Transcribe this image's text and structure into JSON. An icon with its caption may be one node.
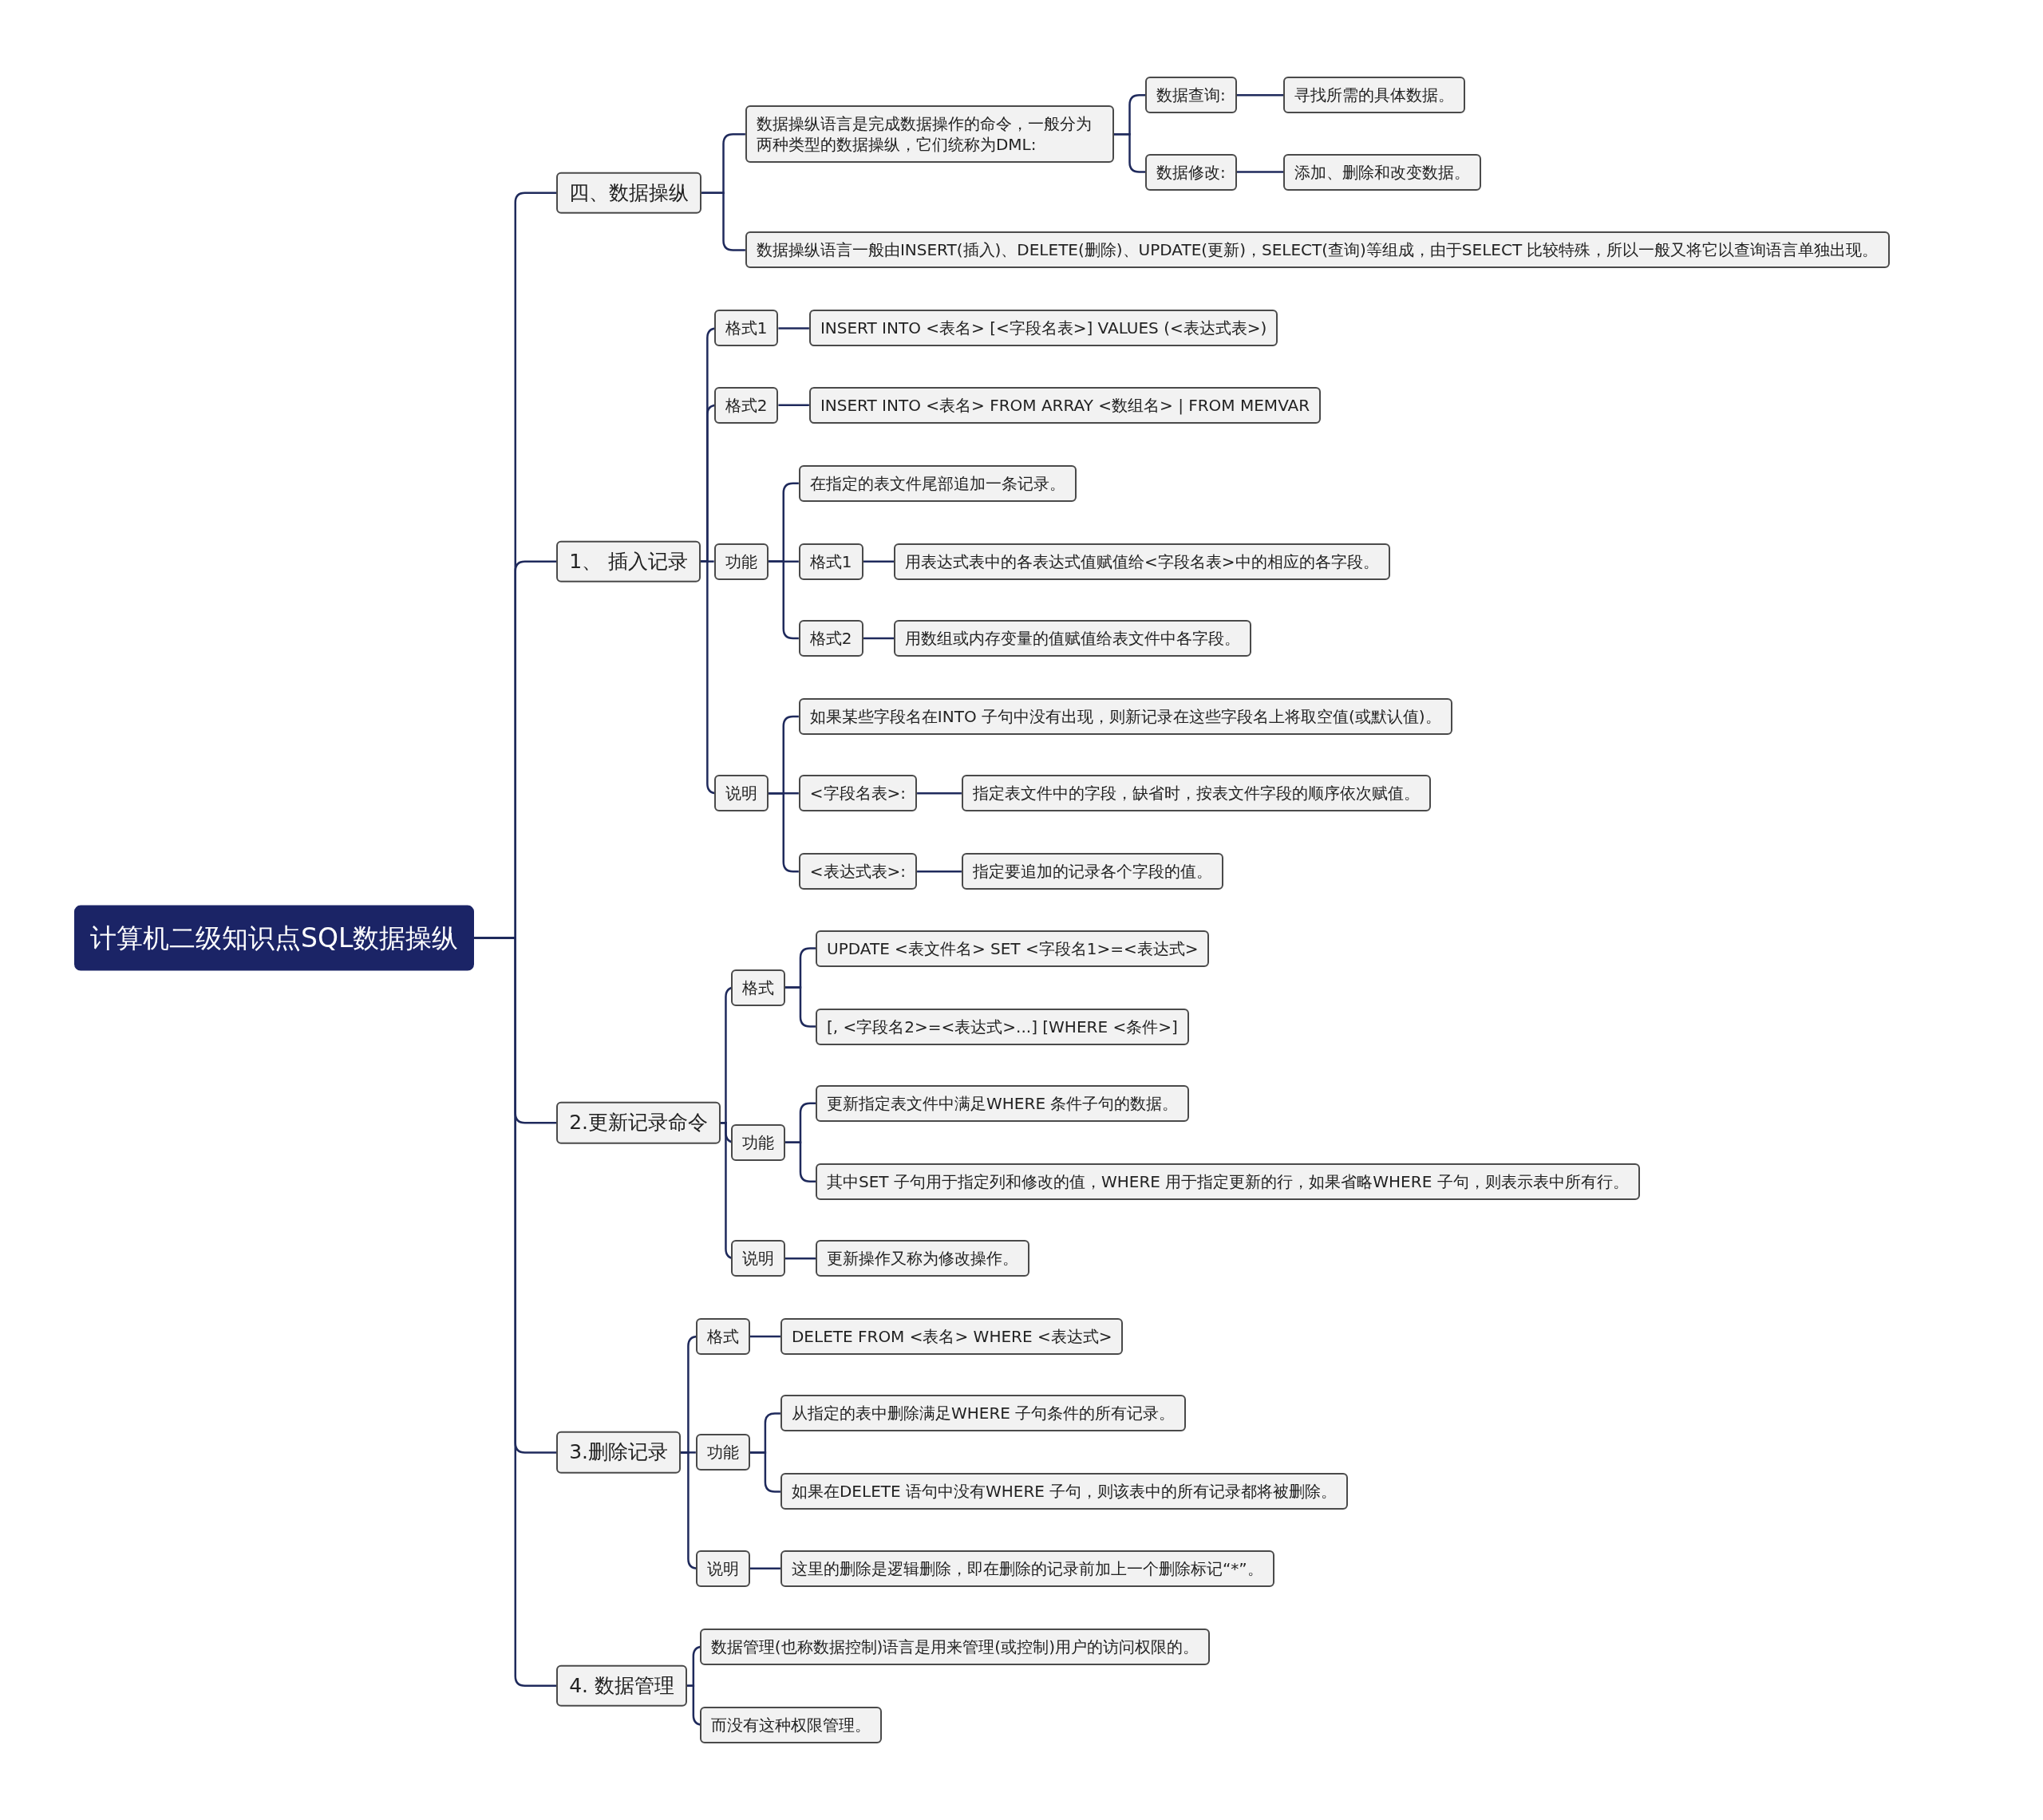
{
  "diagram": {
    "nodes": [
      {
        "text": [
          "计算机二级知识点SQL数据操纵"
        ]
      },
      {
        "text": [
          "四、数据操纵"
        ]
      },
      {
        "text": [
          "数据操纵语言是完成数据操作的命令，一般分为两种类型的数据操纵，它们统称为DML:"
        ]
      },
      {
        "text": [
          "数据查询:"
        ]
      },
      {
        "text": [
          "寻找所需的具体数据。"
        ]
      },
      {
        "text": [
          "数据修改:"
        ]
      },
      {
        "text": [
          "添加、删除和改变数据。"
        ]
      },
      {
        "text": [
          "数据操纵语言一般由INSERT(插入)、DELETE(删除)、UPDATE(更新)，SELECT(查询)等组成，由于SELECT 比较特殊，所以一般又将它以查询语言单独出现。"
        ]
      },
      {
        "text": [
          "1、 插入记录"
        ]
      },
      {
        "text": [
          "格式1"
        ]
      },
      {
        "text": [
          "INSERT INTO <表名> [<字段名表>] VALUES (<表达式表>)"
        ]
      },
      {
        "text": [
          "格式2"
        ]
      },
      {
        "text": [
          "INSERT INTO <表名> FROM ARRAY <数组名> | FROM MEMVAR"
        ]
      },
      {
        "text": [
          "功能"
        ]
      },
      {
        "text": [
          "在指定的表文件尾部追加一条记录。"
        ]
      },
      {
        "text": [
          "格式1"
        ]
      },
      {
        "text": [
          "用表达式表中的各表达式值赋值给<字段名表>中的相应的各字段。"
        ]
      },
      {
        "text": [
          "格式2"
        ]
      },
      {
        "text": [
          "用数组或内存变量的值赋值给表文件中各字段。"
        ]
      },
      {
        "text": [
          "说明"
        ]
      },
      {
        "text": [
          "如果某些字段名在INTO 子句中没有出现，则新记录在这些字段名上将取空值(或默认值)。"
        ]
      },
      {
        "text": [
          "<字段名表>:"
        ]
      },
      {
        "text": [
          "指定表文件中的字段，缺省时，按表文件字段的顺序依次赋值。"
        ]
      },
      {
        "text": [
          "<表达式表>:"
        ]
      },
      {
        "text": [
          "指定要追加的记录各个字段的值。"
        ]
      },
      {
        "text": [
          "2.更新记录命令"
        ]
      },
      {
        "text": [
          "格式"
        ]
      },
      {
        "text": [
          "UPDATE <表文件名> SET <字段名1>=<表达式>"
        ]
      },
      {
        "text": [
          "[, <字段名2>=<表达式>...] [WHERE <条件>]"
        ]
      },
      {
        "text": [
          "功能"
        ]
      },
      {
        "text": [
          "更新指定表文件中满足WHERE 条件子句的数据。"
        ]
      },
      {
        "text": [
          "其中SET 子句用于指定列和修改的值，WHERE 用于指定更新的行，如果省略WHERE 子句，则表示表中所有行。"
        ]
      },
      {
        "text": [
          "说明"
        ]
      },
      {
        "text": [
          "更新操作又称为修改操作。"
        ]
      },
      {
        "text": [
          "3.删除记录"
        ]
      },
      {
        "text": [
          "格式"
        ]
      },
      {
        "text": [
          "DELETE FROM <表名> WHERE <表达式>"
        ]
      },
      {
        "text": [
          "功能"
        ]
      },
      {
        "text": [
          "从指定的表中删除满足WHERE 子句条件的所有记录。"
        ]
      },
      {
        "text": [
          "如果在DELETE 语句中没有WHERE 子句，则该表中的所有记录都将被删除。"
        ]
      },
      {
        "text": [
          "说明"
        ]
      },
      {
        "text": [
          "这里的删除是逻辑删除，即在删除的记录前加上一个删除标记“*”。"
        ]
      },
      {
        "text": [
          "4. 数据管理"
        ]
      },
      {
        "text": [
          "数据管理(也称数据控制)语言是用来管理(或控制)用户的访问权限的。"
        ]
      },
      {
        "text": [
          "而没有这种权限管理。"
        ]
      }
    ],
    "edges": [
      {
        "from": 0,
        "to": 1,
        "arrow": "none"
      },
      {
        "from": 1,
        "to": 2,
        "arrow": "none"
      },
      {
        "from": 2,
        "to": 3,
        "arrow": "none"
      },
      {
        "from": 3,
        "to": 4,
        "arrow": "none"
      },
      {
        "from": 2,
        "to": 5,
        "arrow": "none"
      },
      {
        "from": 5,
        "to": 6,
        "arrow": "none"
      },
      {
        "from": 1,
        "to": 7,
        "arrow": "none"
      },
      {
        "from": 0,
        "to": 8,
        "arrow": "none"
      },
      {
        "from": 8,
        "to": 9,
        "arrow": "none"
      },
      {
        "from": 9,
        "to": 10,
        "arrow": "none"
      },
      {
        "from": 8,
        "to": 11,
        "arrow": "none"
      },
      {
        "from": 11,
        "to": 12,
        "arrow": "none"
      },
      {
        "from": 8,
        "to": 13,
        "arrow": "none"
      },
      {
        "from": 13,
        "to": 14,
        "arrow": "none"
      },
      {
        "from": 13,
        "to": 15,
        "arrow": "none"
      },
      {
        "from": 15,
        "to": 16,
        "arrow": "none"
      },
      {
        "from": 13,
        "to": 17,
        "arrow": "none"
      },
      {
        "from": 17,
        "to": 18,
        "arrow": "none"
      },
      {
        "from": 8,
        "to": 19,
        "arrow": "none"
      },
      {
        "from": 19,
        "to": 20,
        "arrow": "none"
      },
      {
        "from": 19,
        "to": 21,
        "arrow": "none"
      },
      {
        "from": 21,
        "to": 22,
        "arrow": "none"
      },
      {
        "from": 19,
        "to": 23,
        "arrow": "none"
      },
      {
        "from": 23,
        "to": 24,
        "arrow": "none"
      },
      {
        "from": 0,
        "to": 25,
        "arrow": "none"
      },
      {
        "from": 25,
        "to": 26,
        "arrow": "none"
      },
      {
        "from": 26,
        "to": 27,
        "arrow": "none"
      },
      {
        "from": 26,
        "to": 28,
        "arrow": "none"
      },
      {
        "from": 25,
        "to": 29,
        "arrow": "none"
      },
      {
        "from": 29,
        "to": 30,
        "arrow": "none"
      },
      {
        "from": 29,
        "to": 31,
        "arrow": "none"
      },
      {
        "from": 25,
        "to": 32,
        "arrow": "none"
      },
      {
        "from": 32,
        "to": 33,
        "arrow": "none"
      },
      {
        "from": 0,
        "to": 34,
        "arrow": "none"
      },
      {
        "from": 34,
        "to": 35,
        "arrow": "none"
      },
      {
        "from": 35,
        "to": 36,
        "arrow": "none"
      },
      {
        "from": 34,
        "to": 37,
        "arrow": "none"
      },
      {
        "from": 37,
        "to": 38,
        "arrow": "none"
      },
      {
        "from": 37,
        "to": 39,
        "arrow": "none"
      },
      {
        "from": 34,
        "to": 40,
        "arrow": "none"
      },
      {
        "from": 40,
        "to": 41,
        "arrow": "none"
      },
      {
        "from": 0,
        "to": 42,
        "arrow": "none"
      },
      {
        "from": 42,
        "to": 43,
        "arrow": "none"
      },
      {
        "from": 42,
        "to": 44,
        "arrow": "none"
      }
    ]
  }
}
